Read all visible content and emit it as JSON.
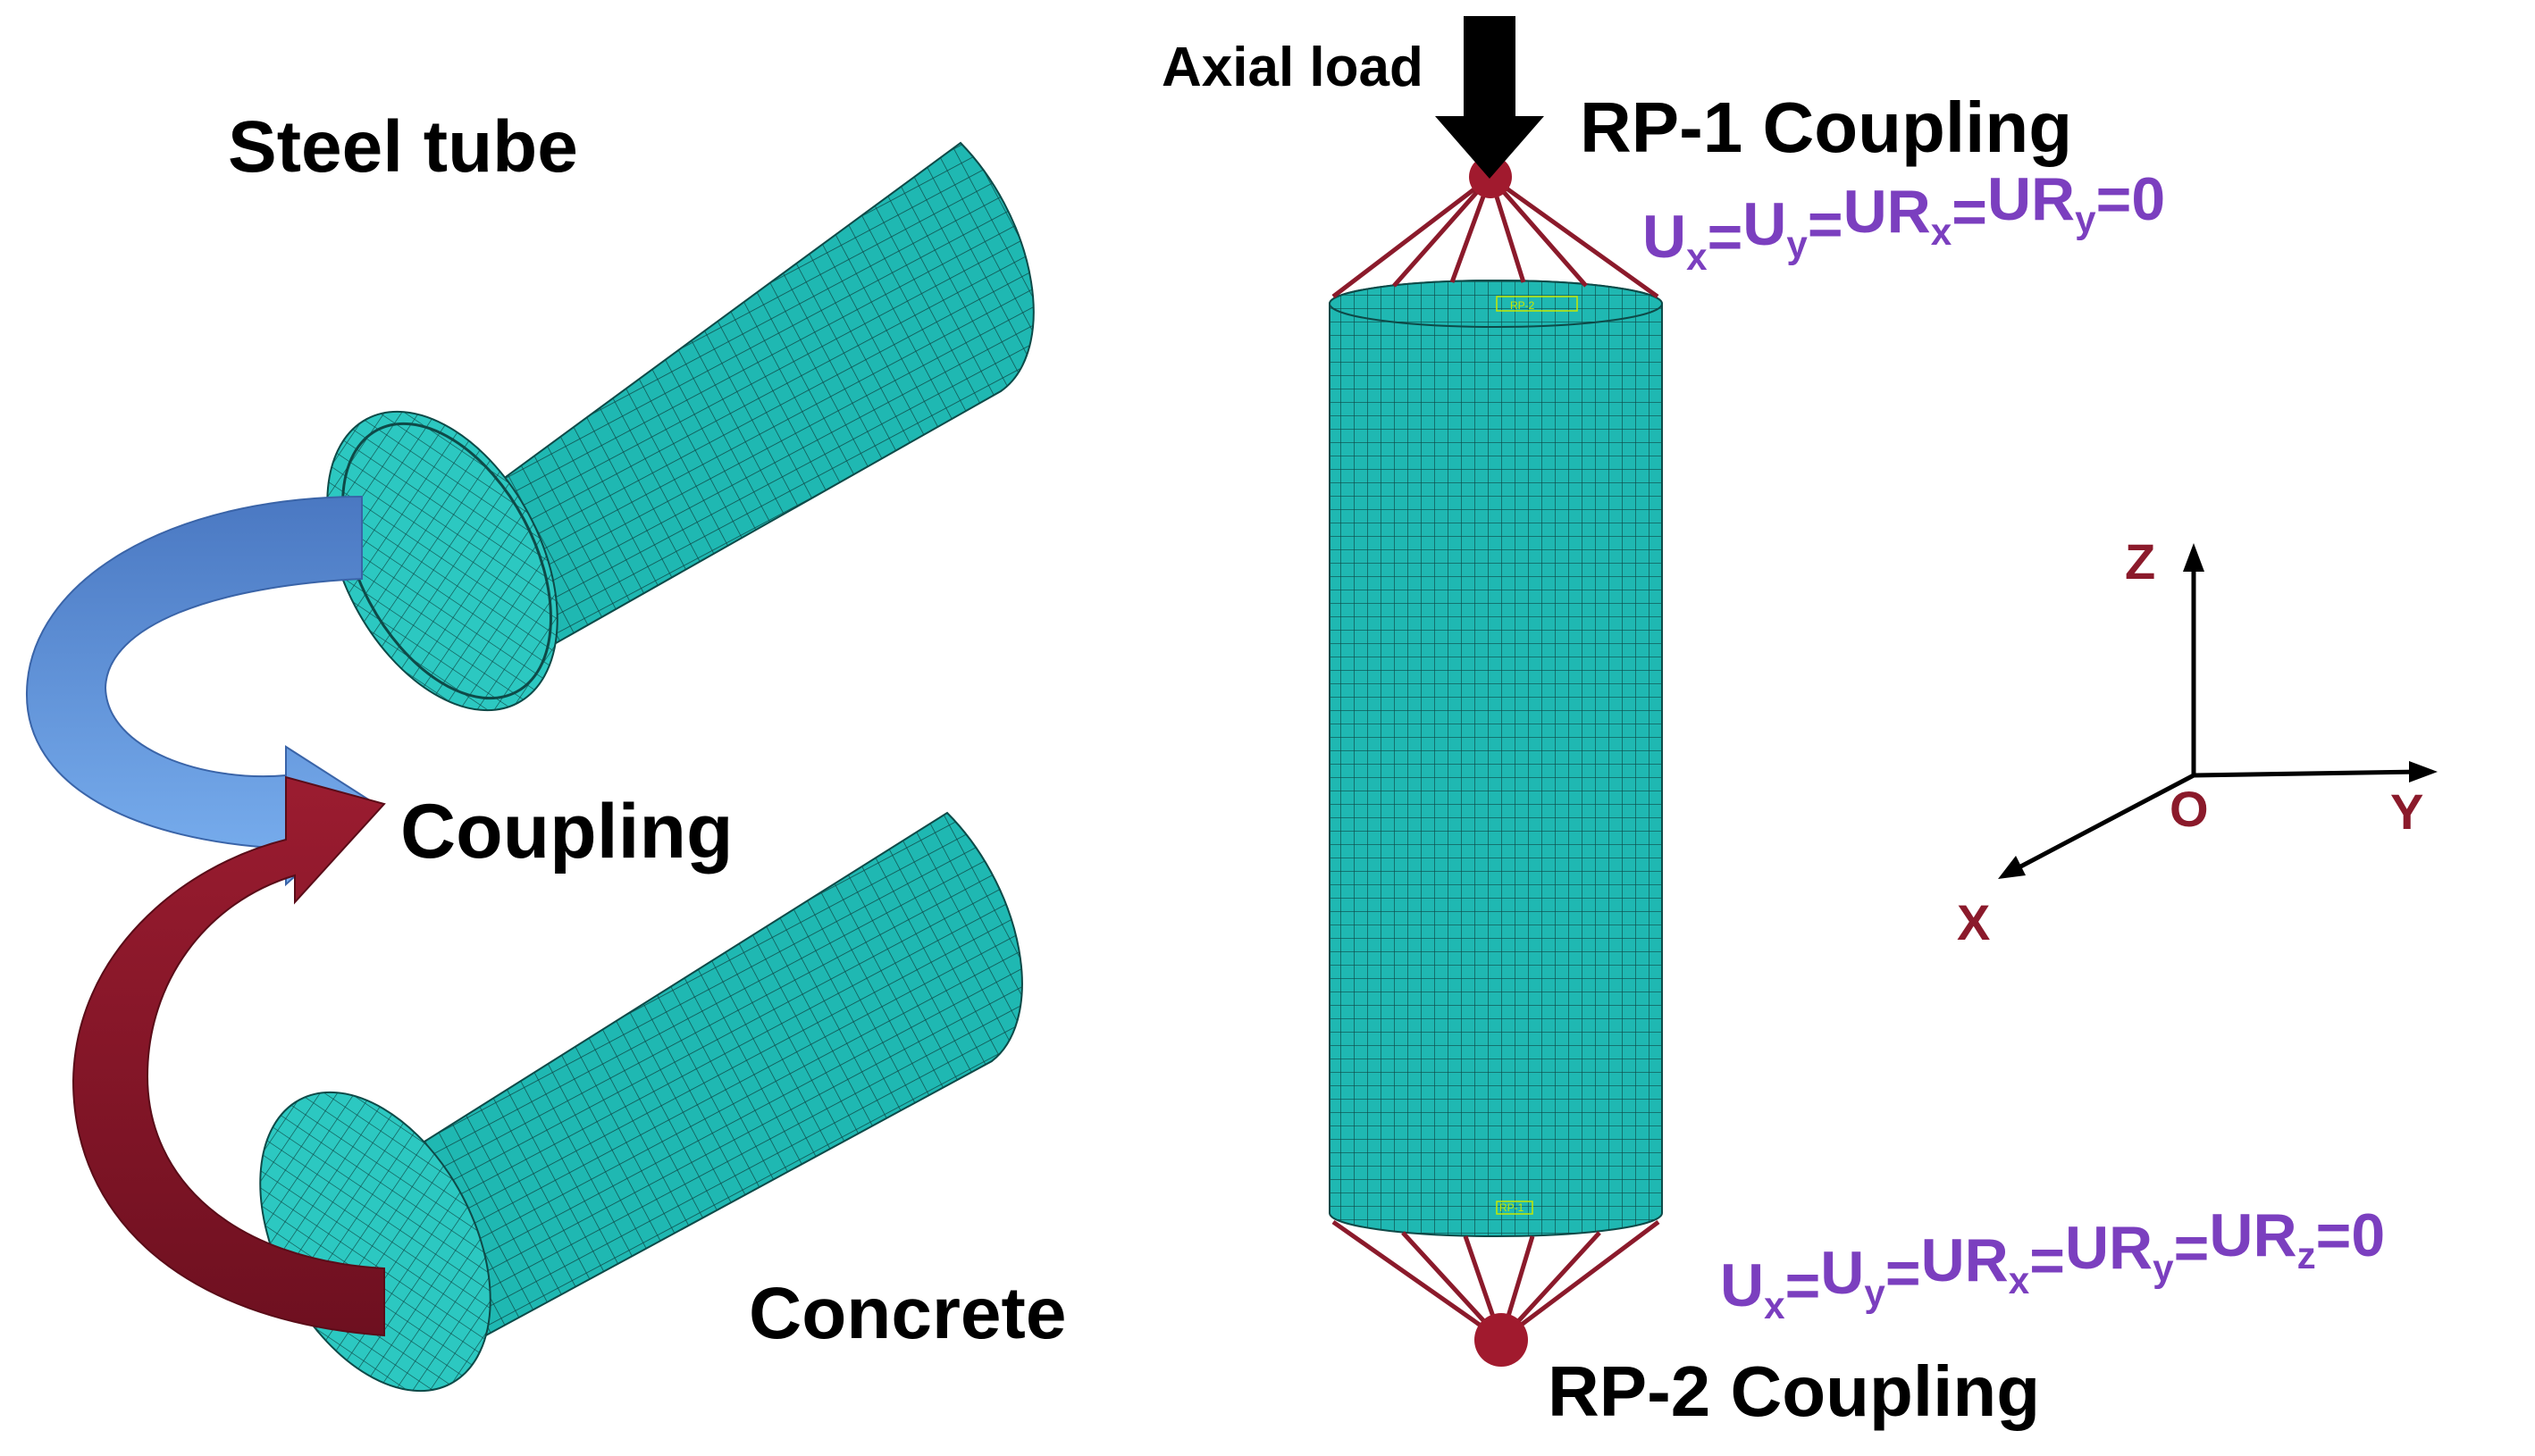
{
  "labels": {
    "steel_tube": "Steel tube",
    "coupling": "Coupling",
    "concrete": "Concrete",
    "axial_load": "Axial load",
    "rp1": "RP-1 Coupling",
    "rp2": "RP-2 Coupling",
    "marker_rp2_top": "RP-2",
    "marker_rp1_bottom": "RP-1"
  },
  "boundary_top": [
    {
      "main": "U",
      "sub": "x",
      "eq": "="
    },
    {
      "main": "U",
      "sub": "y",
      "eq": "="
    },
    {
      "main": "UR",
      "sub": "x",
      "eq": "="
    },
    {
      "main": "UR",
      "sub": "y",
      "eq": "=0"
    }
  ],
  "boundary_bottom": [
    {
      "main": "U",
      "sub": "x",
      "eq": "="
    },
    {
      "main": "U",
      "sub": "y",
      "eq": "="
    },
    {
      "main": "UR",
      "sub": "x",
      "eq": "="
    },
    {
      "main": "UR",
      "sub": "y",
      "eq": "="
    },
    {
      "main": "UR",
      "sub": "z",
      "eq": "=0"
    }
  ],
  "axes": {
    "z": "Z",
    "y": "Y",
    "x": "X",
    "origin": "O"
  },
  "colors": {
    "mesh_fill": "#1fb8b2",
    "mesh_line": "#0e4a48",
    "coupling_red": "#8b1a2b",
    "arrow_blue": "#5b8fd6",
    "arrow_red": "#8b1a2b",
    "boundary_purple": "#7b3fbf",
    "axis_label_red": "#8b1a2b",
    "text_black": "#000000"
  }
}
